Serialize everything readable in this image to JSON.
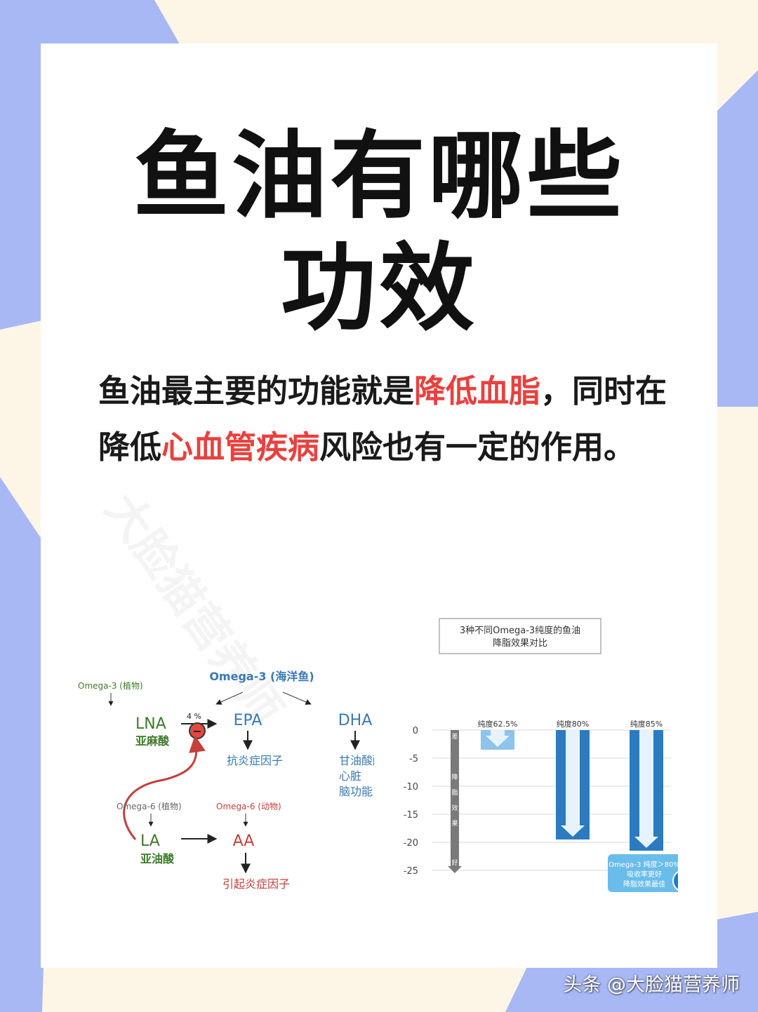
{
  "title": {
    "line1": "鱼油有哪些",
    "line2": "功效"
  },
  "paragraph": {
    "p1": "鱼油最主要的功能就是",
    "h1": "降低血脂",
    "p2": "，同时在降低",
    "h2": "心血管疾病",
    "p3": "风险也有一定的作用。"
  },
  "watermark": "大脸猫营养师",
  "diagram": {
    "top": "Omega-3 (海洋鱼)",
    "plant_omega3": "Omega-3 (植物)",
    "lna": "LNA",
    "lna_cn": "亚麻酸",
    "percent": "4 %",
    "minus": "−",
    "epa": "EPA",
    "dha": "DHA",
    "epa_effect": "抗炎症因子",
    "dha_effect": [
      "甘油酸酯",
      "心脏",
      "脑功能"
    ],
    "plant_omega6": "Omega-6 (植物)",
    "animal_omega6": "Omega-6 (动物)",
    "la": "LA",
    "la_cn": "亚油酸",
    "aa": "AA",
    "aa_effect": "引起炎症因子",
    "colors": {
      "blue": "#3b78b5",
      "green": "#3d7a2a",
      "red": "#c2413b",
      "gray": "#666666"
    }
  },
  "chart_data": {
    "type": "bar",
    "title": "3种不同Omega-3纯度的鱼油降脂效果对比",
    "title_lines": [
      "3种不同Omega-3纯度的鱼油",
      "降脂效果对比"
    ],
    "categories": [
      "纯度62.5%",
      "纯度80%",
      "纯度85%"
    ],
    "values": [
      -3.5,
      -19.5,
      -21.5
    ],
    "ylim": [
      -25,
      0
    ],
    "yticks": [
      "0",
      "-5",
      "-10",
      "-15",
      "-20",
      "-25"
    ],
    "ylabel_chars": [
      "差",
      "降",
      "脂",
      "效",
      "果",
      "好"
    ],
    "grid": true,
    "badge": [
      "Omega-3 纯度＞80%",
      "吸收率更好",
      "降脂效果最佳"
    ],
    "colors": {
      "light": "#8ec3ea",
      "dark": "#2a7bc0",
      "axis": "#7a7a7a"
    }
  },
  "footer": "头条 @大脸猫营养师"
}
